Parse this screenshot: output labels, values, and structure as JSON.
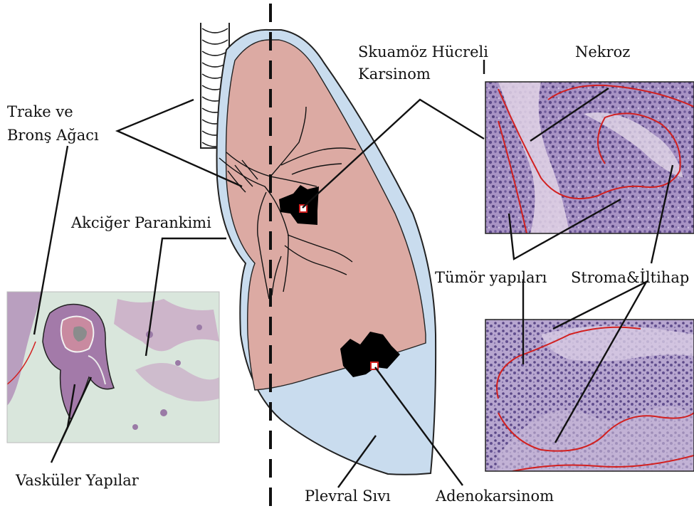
{
  "labels": {
    "trachea_line1": "Trake ve",
    "trachea_line2": "Bronş Ağacı",
    "parenchyma": "Akciğer Parankimi",
    "squamous_line1": "Skuamöz Hücreli",
    "squamous_line2": "Karsinom",
    "necrosis": "Nekroz",
    "tumor_structures": "Tümör yapıları",
    "stroma": "Stroma&İltihap",
    "vascular": "Vasküler Yapılar",
    "pleural_fluid": "Plevral Sıvı",
    "adenocarcinoma": "Adenokarsinom"
  },
  "colors": {
    "lung_tissue": "#dcaaa3",
    "pleura": "#c9dcee",
    "tumor": "#000000",
    "annotation_red": "#d22020",
    "histology_purple": "#9a86b8"
  }
}
